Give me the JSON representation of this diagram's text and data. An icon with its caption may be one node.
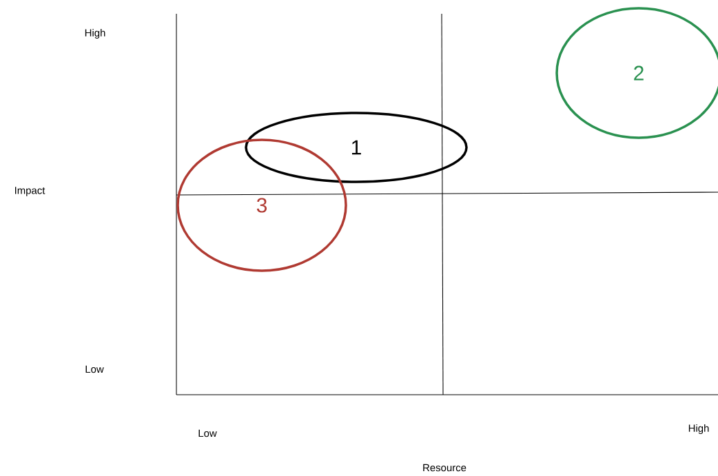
{
  "diagram": {
    "nodes": [
      {
        "text": [
          "1"
        ]
      },
      {
        "text": [
          "2"
        ]
      },
      {
        "text": [
          "3"
        ]
      }
    ],
    "labels": [
      "High",
      "Impact",
      "Low",
      "Low",
      "High",
      "Resource"
    ]
  }
}
